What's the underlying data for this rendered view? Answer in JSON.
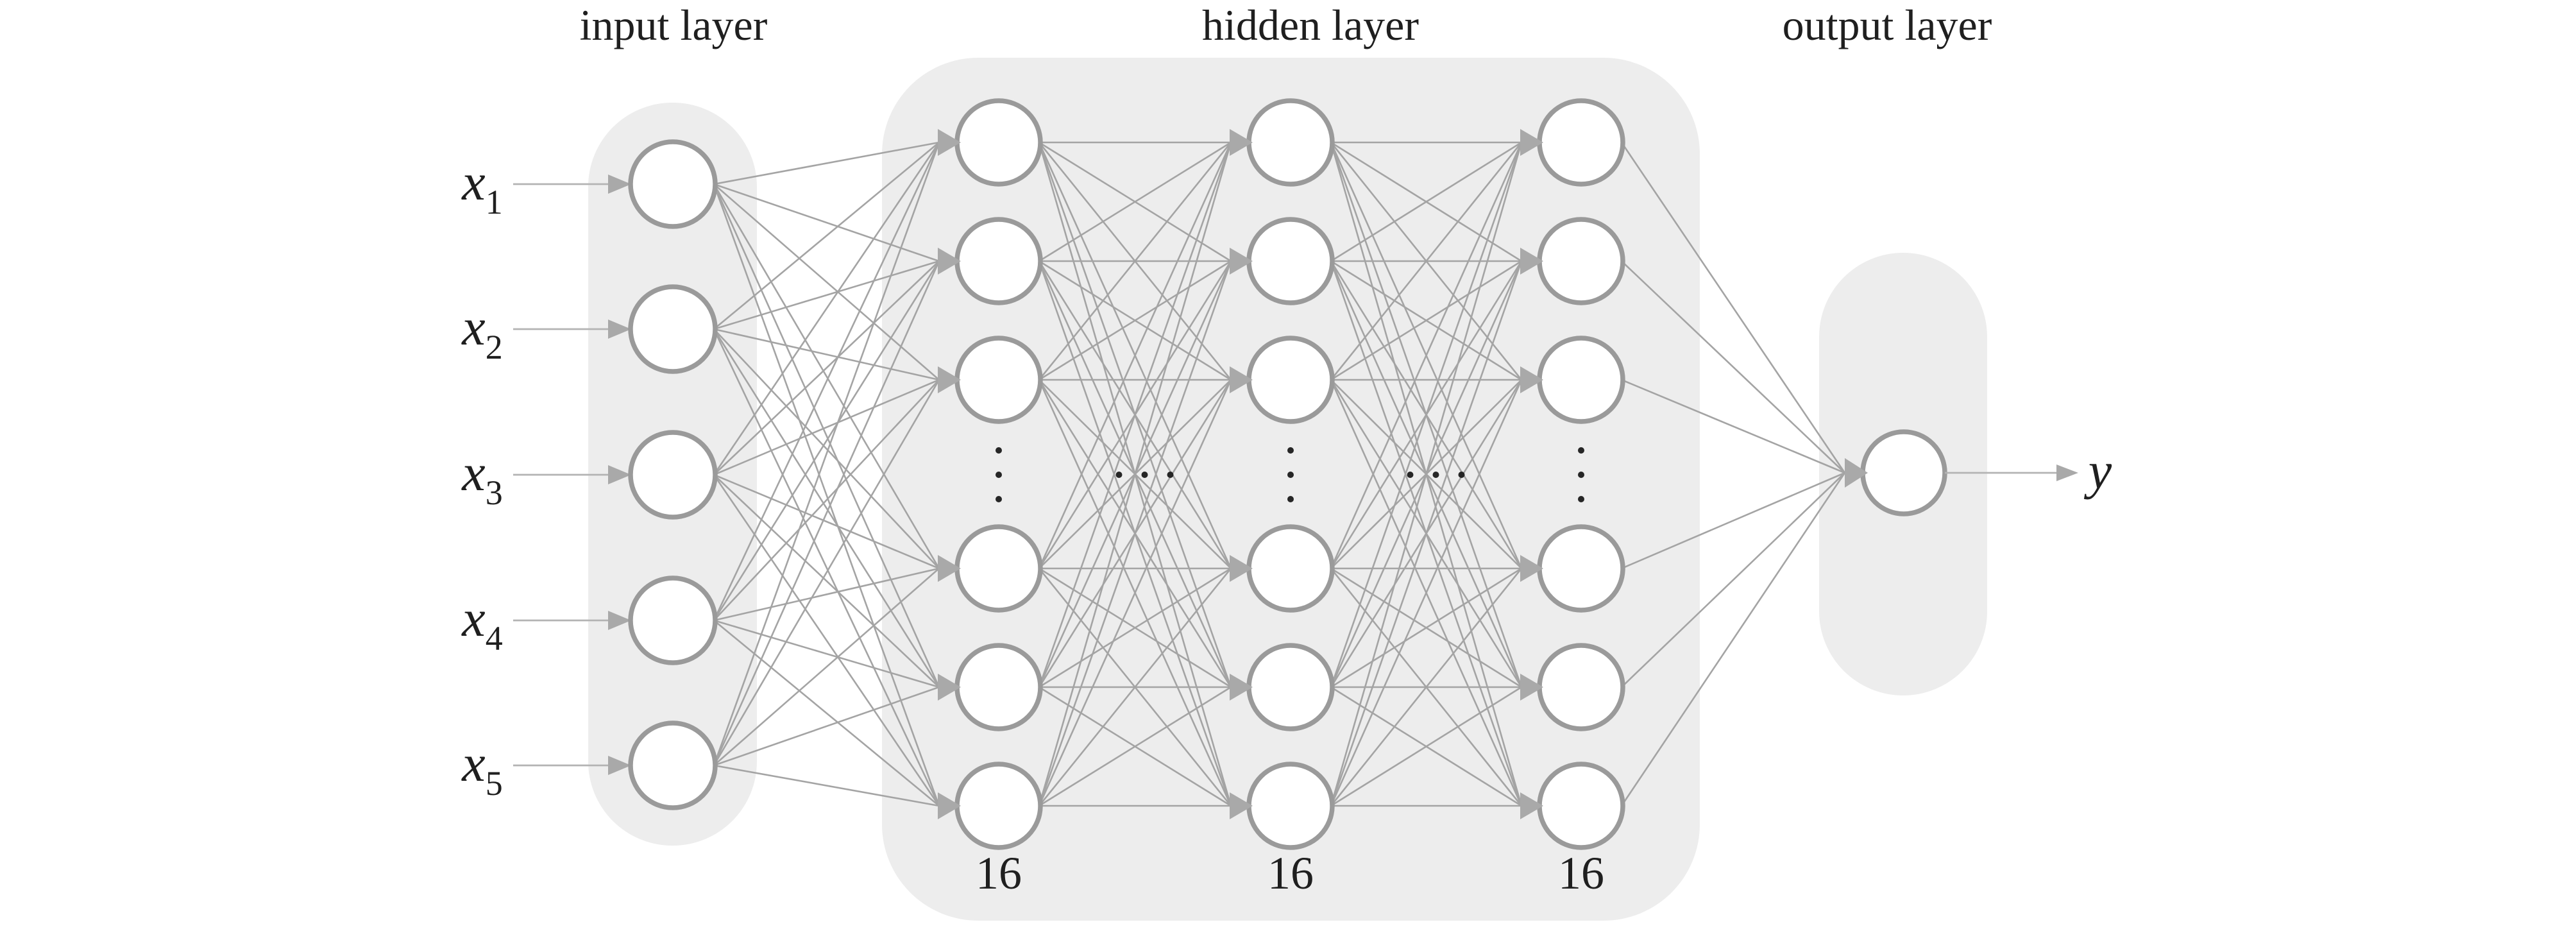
{
  "net": {
    "layers": [
      {
        "title": "input layer"
      },
      {
        "title": "hidden layer"
      },
      {
        "title": "output layer"
      }
    ],
    "inputs": [
      {
        "var": "x",
        "sub": "1"
      },
      {
        "var": "x",
        "sub": "2"
      },
      {
        "var": "x",
        "sub": "3"
      },
      {
        "var": "x",
        "sub": "4"
      },
      {
        "var": "x",
        "sub": "5"
      }
    ],
    "output_var": "y",
    "hidden_columns": [
      {
        "count": "16"
      },
      {
        "count": "16"
      },
      {
        "count": "16"
      }
    ],
    "structure": {
      "input_nodes": 5,
      "hidden_columns": 3,
      "visible_nodes_per_hidden_column": 6,
      "units_per_hidden_column": 16,
      "output_nodes": 1,
      "ellipsis_dots_per_group": 3
    }
  },
  "colors": {
    "background": "#ffffff",
    "panel": "#ededed",
    "node_fill": "#ffffff",
    "node_stroke": "#9a9a9a",
    "edge": "#a4a4a4",
    "arrow_wedge": "#a9a9a9",
    "input_arrow_line": "#b3b3b3",
    "input_arrow_head": "#a9a9a9",
    "text": "#1f1f1f",
    "ellipsis_dot": "#262626"
  }
}
